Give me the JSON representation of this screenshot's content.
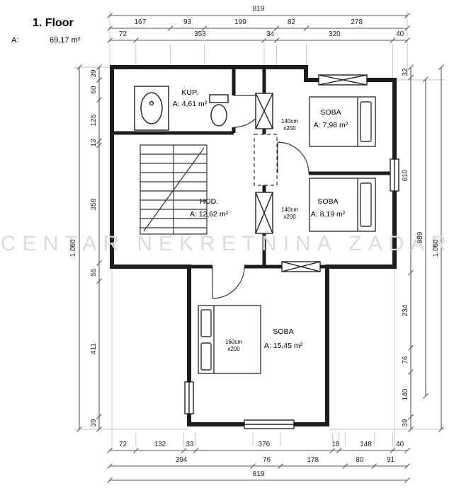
{
  "header": {
    "title": "1. Floor",
    "area_label": "A:",
    "area_value": "69,17 m²"
  },
  "watermark": "CENTAR NEKRETNINA ZADAR",
  "rooms": {
    "kup": {
      "name": "KUP.",
      "area": "A: 4,61 m²"
    },
    "soba1": {
      "name": "SOBA",
      "area": "A: 7,98 m²"
    },
    "soba2": {
      "name": "SOBA",
      "area": "A: 8,19 m²"
    },
    "hod": {
      "name": "HOD.",
      "area": "A: 12,62 m²"
    },
    "soba3": {
      "name": "SOBA",
      "area": "A: 15,45 m²"
    }
  },
  "openings": {
    "o1": {
      "label": "140cm",
      "sub": "x200"
    },
    "o2": {
      "label": "140cm",
      "sub": "x200"
    },
    "o3": {
      "label": "160cm",
      "sub": "x200"
    }
  },
  "dims": {
    "top_total": "819",
    "top_row2": [
      "167",
      "93",
      "199",
      "82",
      "278"
    ],
    "top_row3": [
      "72",
      "353",
      "34",
      "320",
      "40"
    ],
    "left_outer": "1.060",
    "left_inner": [
      "39",
      "60",
      "125",
      "13",
      "358",
      "55",
      "411",
      "39"
    ],
    "right_inner": [
      "32",
      "610",
      "234",
      "76",
      "140",
      "39"
    ],
    "right_mid": "989",
    "right_outer": "1.060",
    "bottom_row1": [
      "72",
      "132",
      "33",
      "376",
      "18",
      "148",
      "40"
    ],
    "bottom_row2": [
      "394",
      "76",
      "178",
      "80",
      "91"
    ],
    "bottom_total": "819"
  }
}
